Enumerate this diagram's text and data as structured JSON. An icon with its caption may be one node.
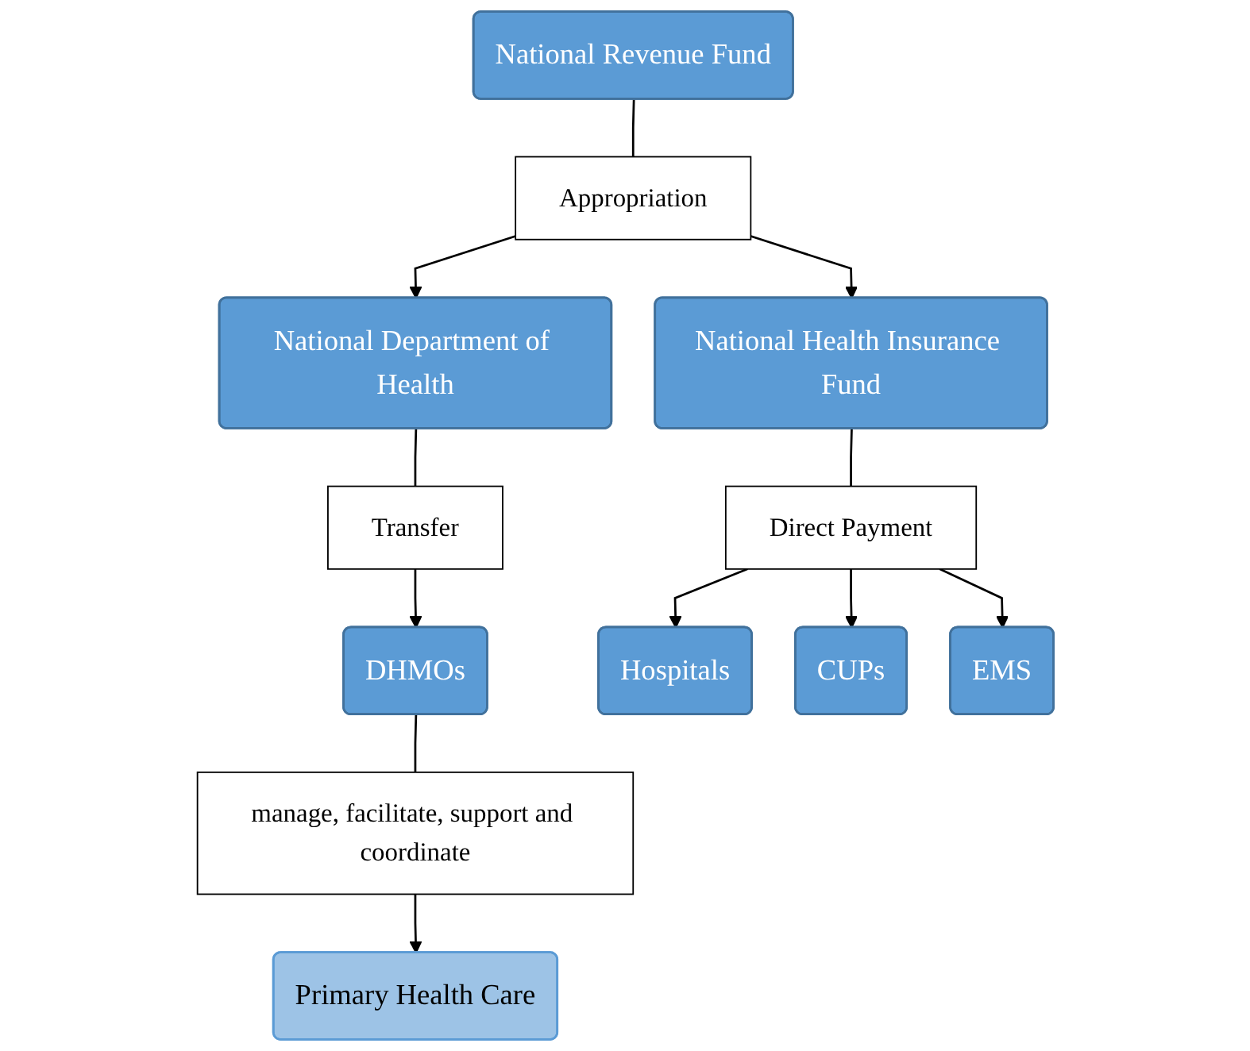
{
  "diagram": {
    "nodes": [
      {
        "text": [
          "National Revenue Fund"
        ]
      },
      {
        "text": [
          "Appropriation"
        ]
      },
      {
        "text": [
          "National Department of Health"
        ]
      },
      {
        "text": [
          "National Health Insurance Fund"
        ]
      },
      {
        "text": [
          "Transfer"
        ]
      },
      {
        "text": [
          "Direct Payment"
        ]
      },
      {
        "text": [
          "DHMOs"
        ]
      },
      {
        "text": [
          "Hospitals"
        ]
      },
      {
        "text": [
          "CUPs"
        ]
      },
      {
        "text": [
          "EMS"
        ]
      },
      {
        "text": [
          "manage, facilitate, support and coordinate"
        ]
      },
      {
        "text": [
          "Primary Health Care"
        ]
      }
    ],
    "edges": [
      {
        "from": 0,
        "to": 1,
        "arrow": "none"
      },
      {
        "from": 1,
        "to": 2,
        "arrow": "to"
      },
      {
        "from": 1,
        "to": 3,
        "arrow": "to"
      },
      {
        "from": 2,
        "to": 4,
        "arrow": "none"
      },
      {
        "from": 4,
        "to": 6,
        "arrow": "to"
      },
      {
        "from": 3,
        "to": 5,
        "arrow": "none"
      },
      {
        "from": 5,
        "to": 7,
        "arrow": "to"
      },
      {
        "from": 5,
        "to": 8,
        "arrow": "to"
      },
      {
        "from": 5,
        "to": 9,
        "arrow": "to"
      },
      {
        "from": 6,
        "to": 10,
        "arrow": "none"
      },
      {
        "from": 10,
        "to": 11,
        "arrow": "to"
      }
    ]
  }
}
